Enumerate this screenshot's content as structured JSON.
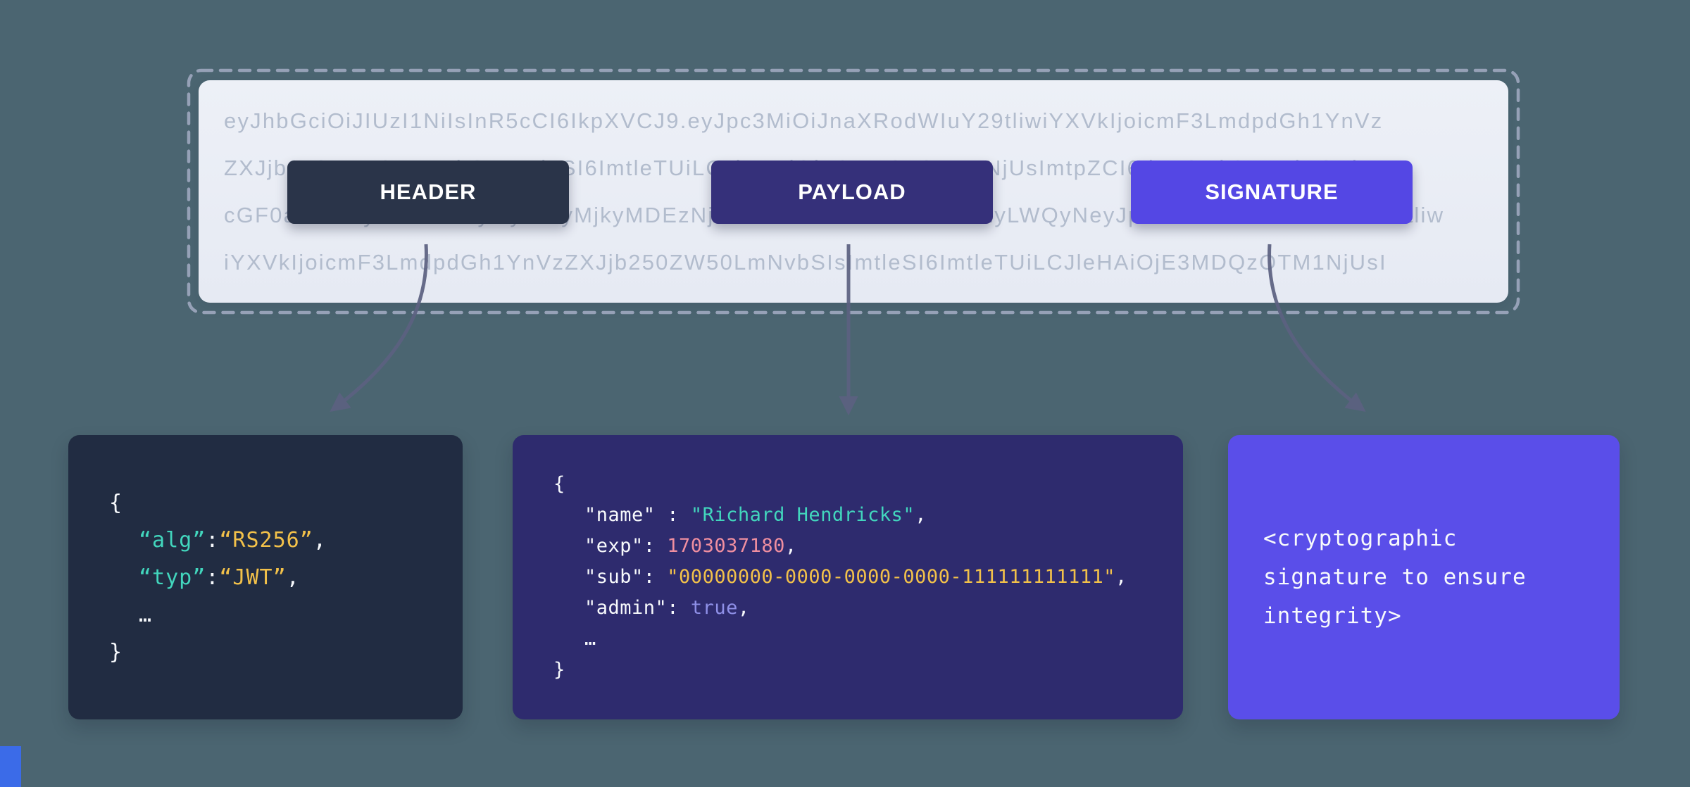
{
  "colors": {
    "bg": "#4b6571",
    "dash": "#96a1b7",
    "token-bg": "#e9edf5",
    "token-text": "#b2bccd",
    "navy-btn": "#2a3449",
    "navy-card": "#212c42",
    "indigo-btn": "#35307a",
    "indigo-card": "#2e2b6e",
    "violet-btn": "#5447e4",
    "violet-card": "#5a4ee9",
    "teal": "#42d6bd",
    "yellow": "#f2c14a",
    "pink": "#f08fa0",
    "periwinkle": "#8f90e8",
    "arrow": "#5c6181",
    "code-white": "#f7f9fc"
  },
  "token": {
    "lines": [
      "eyJhbGciOiJIUzI1NiIsInR5cCI6IkpXVCJ9.eyJpc3MiOiJnaXRodWIuY29tliwiYXVkIjoicmF3LmdpdGh1YnVz",
      "ZXJjb250ZW50LmNvbSIsImtleSI6ImtleTUiLCJleHAiOjE3MDQzOTM1NjUsImtpZCI6IjEyODk3MzNiNSwi",
      "cGF0aCI6Ii9yZXBvLzEyMy8xLyMjkyMDEzNjU3LWFmZGVkMGMwLTEyLWQyNeyJpc3MiOiJnaXRodWIuY29tliw",
      "iYXVkIjoicmF3LmdpdGh1YnVzZXJjb250ZW50LmNvbSIsImtleSI6ImtleTUiLCJleHAiOjE3MDQzOTM1NjUsI"
    ]
  },
  "buttons": {
    "header": "HEADER",
    "payload": "PAYLOAD",
    "signature": "SIGNATURE"
  },
  "header_card": {
    "brace_open": "{",
    "alg_key": "“alg”",
    "alg_colon": ":",
    "alg_value": "“RS256”",
    "alg_comma": ",",
    "typ_key": "“typ”",
    "typ_colon": ":",
    "typ_value": "“JWT”",
    "typ_comma": ",",
    "ellipsis": "…",
    "brace_close": "}"
  },
  "payload_card": {
    "brace_open": "{",
    "name_key": "\"name\"",
    "name_colon": " : ",
    "name_value": "\"Richard Hendricks\"",
    "name_comma": ",",
    "exp_key": "\"exp\"",
    "exp_colon": ": ",
    "exp_value": "1703037180",
    "exp_comma": ",",
    "sub_key": "\"sub\"",
    "sub_colon": ": ",
    "sub_value": "\"00000000-0000-0000-0000-111111111111\"",
    "sub_comma": ",",
    "admin_key": "\"admin\"",
    "admin_colon": ": ",
    "admin_value": "true",
    "admin_comma": ",",
    "ellipsis": "…",
    "brace_close": "}"
  },
  "signature_card": {
    "lines": [
      "<cryptographic",
      "signature to ensure",
      "integrity>"
    ]
  }
}
